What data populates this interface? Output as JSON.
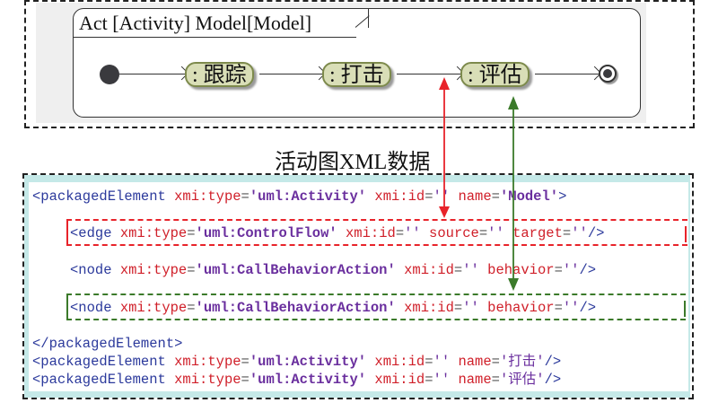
{
  "activity_diagram": {
    "frame_title": "Act [Activity] Model[Model]",
    "initial_node": "initial-node",
    "final_node": "activity-final-node",
    "actions": [
      {
        "label": ": 跟踪"
      },
      {
        "label": ": 打击"
      },
      {
        "label": ": 评估"
      }
    ],
    "colors": {
      "action_fill": "#d9deb7",
      "action_border": "#7d8a4c"
    }
  },
  "caption": "活动图XML数据",
  "xml": {
    "colors": {
      "tag": "#2c3a9c",
      "attribute": "#d0202a",
      "value": "#6a2f9e",
      "highlight_edge": "#e8232a",
      "highlight_node": "#3b7a2a",
      "background_band": "#c5e9e8"
    },
    "lines": [
      {
        "tag": "<packagedElement",
        "attr1": " xmi:type",
        "eq1": "=",
        "val1": "'uml:Activity'",
        "attr2": " xmi:id",
        "eq2": "=",
        "val2": "''",
        "attr3": " name",
        "eq3": "=",
        "val3": "'Model'",
        "end": ">"
      },
      {
        "tag": "<edge",
        "attr1": " xmi:type",
        "eq1": "=",
        "val1": "'uml:ControlFlow'",
        "attr2": " xmi:id",
        "eq2": "=",
        "val2": "''",
        "attr3": " source",
        "eq3": "=",
        "val3": "''",
        "attr4": " target",
        "eq4": "=",
        "val4": "''",
        "end": "/>"
      },
      {
        "tag": "<node",
        "attr1": " xmi:type",
        "eq1": "=",
        "val1": "'uml:CallBehaviorAction'",
        "attr2": " xmi:id",
        "eq2": "=",
        "val2": "''",
        "attr3": " behavior",
        "eq3": "=",
        "val3": "''",
        "end": "/>"
      },
      {
        "tag": "<node",
        "attr1": " xmi:type",
        "eq1": "=",
        "val1": "'uml:CallBehaviorAction'",
        "attr2": " xmi:id",
        "eq2": "=",
        "val2": "''",
        "attr3": " behavior",
        "eq3": "=",
        "val3": "''",
        "end": "/>"
      },
      {
        "tag": "</packagedElement>"
      },
      {
        "tag": "<packagedElement",
        "attr1": " xmi:type",
        "eq1": "=",
        "val1": "'uml:Activity'",
        "attr2": " xmi:id",
        "eq2": "=",
        "val2": "''",
        "attr3": " name",
        "eq3": "=",
        "val3": "'打击'",
        "end": "/>"
      },
      {
        "tag": "<packagedElement",
        "attr1": " xmi:type",
        "eq1": "=",
        "val1": "'uml:Activity'",
        "attr2": " xmi:id",
        "eq2": "=",
        "val2": "''",
        "attr3": " name",
        "eq3": "=",
        "val3": "'评估'",
        "end": "/>"
      }
    ]
  },
  "links": [
    {
      "from": "control-flow-打击-to-评估",
      "to": "xml-edge-line",
      "color": "red"
    },
    {
      "from": "action-评估",
      "to": "xml-node-line-highlighted",
      "color": "green"
    }
  ]
}
